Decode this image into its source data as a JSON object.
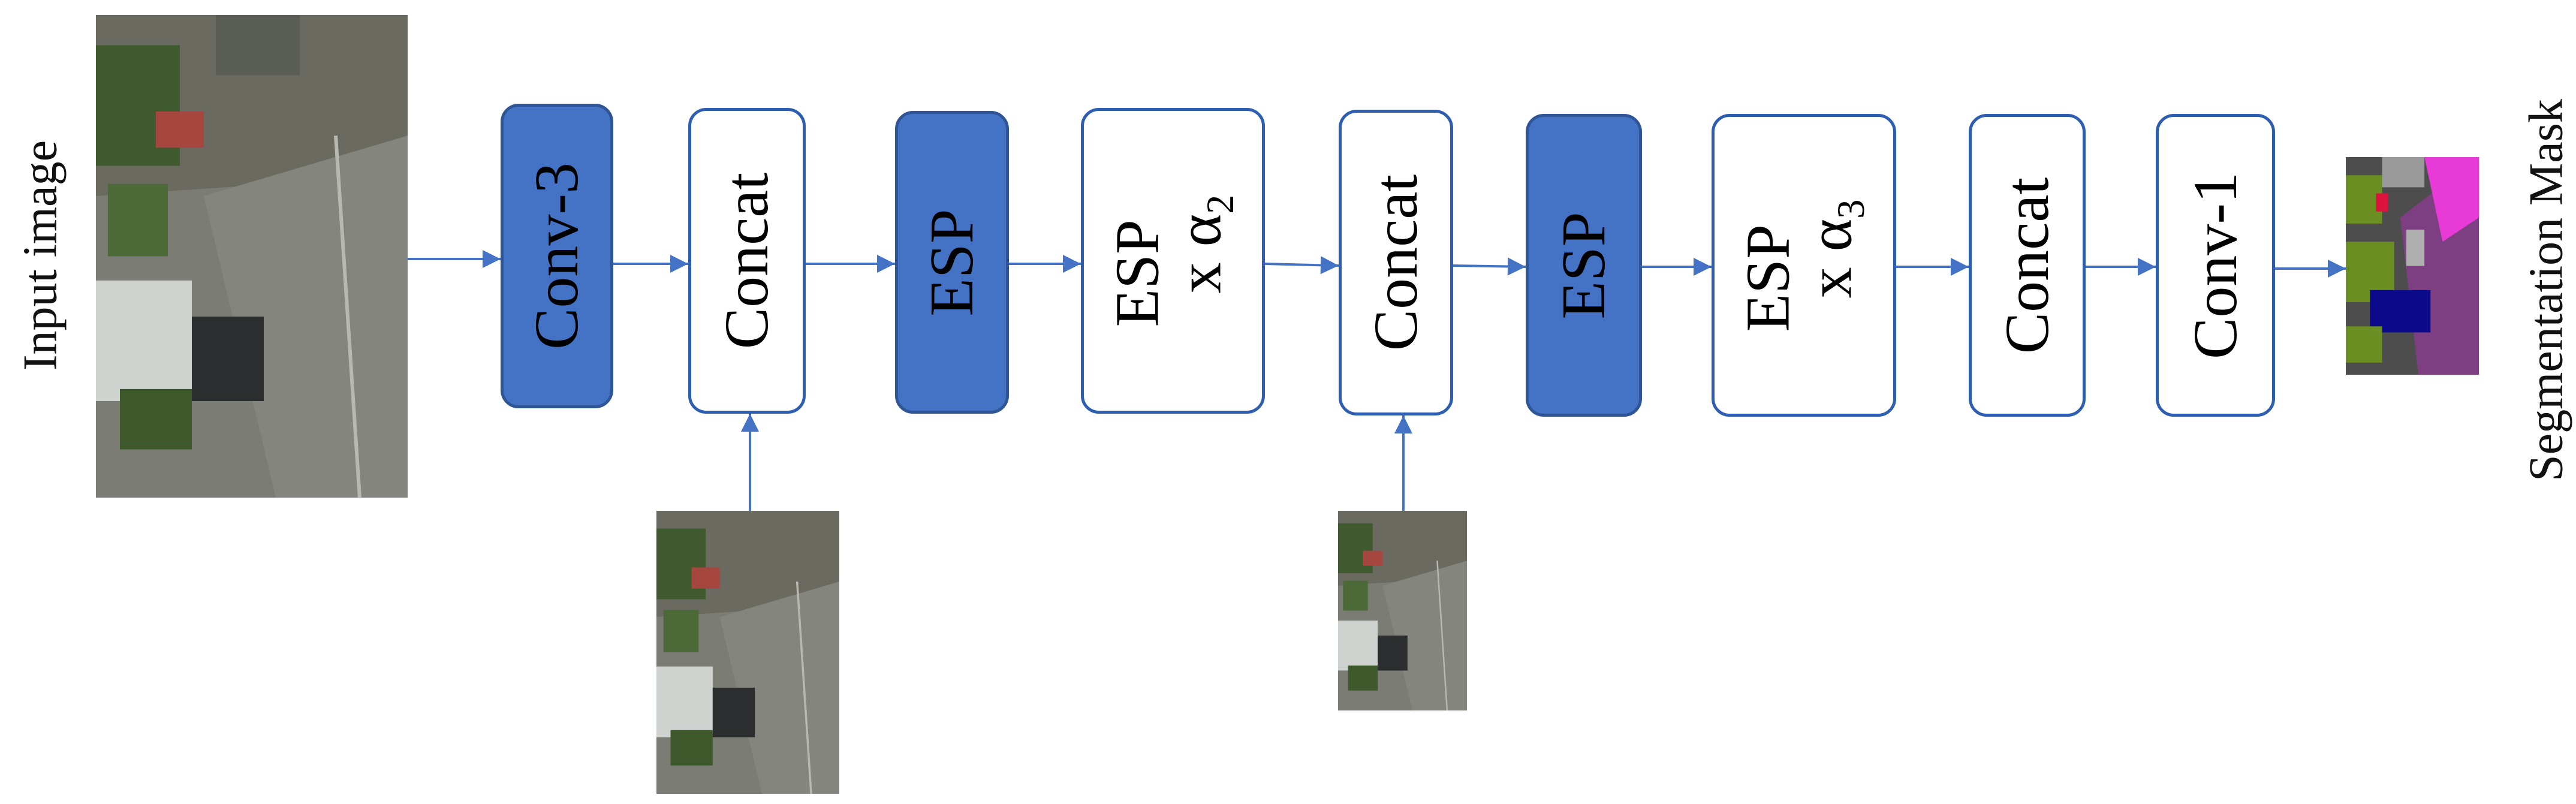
{
  "input_label": "Input image",
  "output_label": "Segmentation Mask",
  "nodes": [
    {
      "id": "conv3",
      "label": "Conv-3",
      "style": "filled"
    },
    {
      "id": "concat1",
      "label": "Concat",
      "style": "outline"
    },
    {
      "id": "esp1",
      "label": "ESP",
      "style": "filled"
    },
    {
      "id": "espa2",
      "label": "ESP",
      "label_line2": "x α",
      "subscript": "2",
      "style": "outline"
    },
    {
      "id": "concat2",
      "label": "Concat",
      "style": "outline"
    },
    {
      "id": "esp2",
      "label": "ESP",
      "style": "filled"
    },
    {
      "id": "espa3",
      "label": "ESP",
      "label_line2": "x α",
      "subscript": "3",
      "style": "outline"
    },
    {
      "id": "concat3",
      "label": "Concat",
      "style": "outline"
    },
    {
      "id": "conv1",
      "label": "Conv-1",
      "style": "outline"
    }
  ],
  "colors": {
    "filled_block": "#4472c4",
    "block_border": "#2e5eb0",
    "arrow": "#4472c4"
  },
  "images": [
    {
      "id": "input-image",
      "icon": "street-scene-photo"
    },
    {
      "id": "downsampled-image-1",
      "icon": "street-scene-photo"
    },
    {
      "id": "downsampled-image-2",
      "icon": "street-scene-photo"
    },
    {
      "id": "segmentation-mask",
      "icon": "segmentation-mask-image"
    }
  ]
}
